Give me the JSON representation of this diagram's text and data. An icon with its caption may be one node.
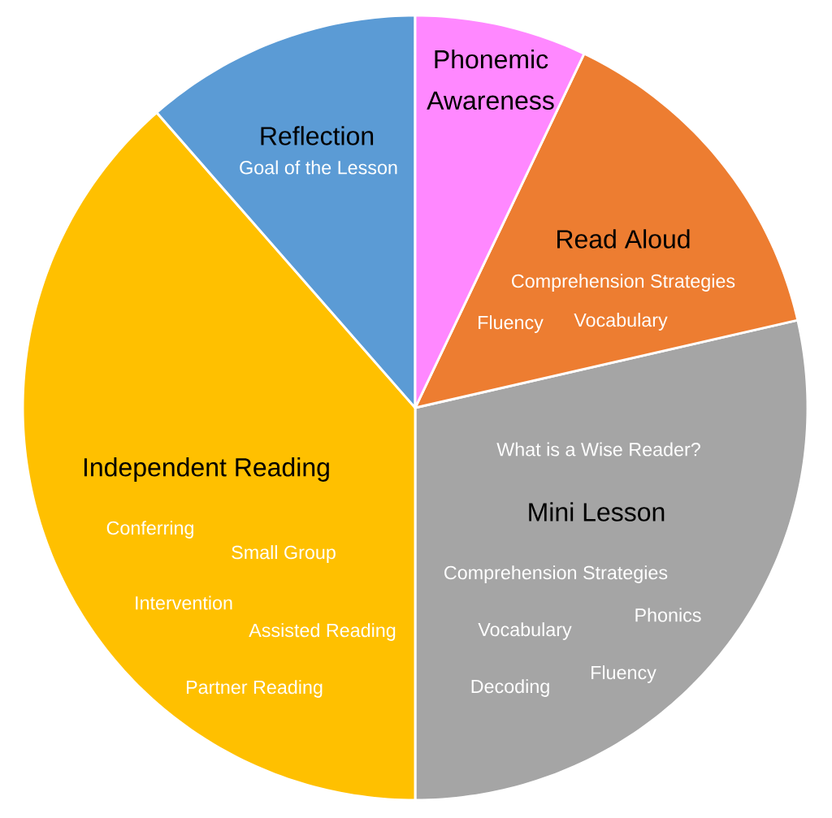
{
  "diagram": {
    "nodes": [
      {
        "text": [
          "Phonemic Awareness"
        ]
      },
      {
        "text": [
          "Reflection",
          "Goal of the Lesson"
        ]
      },
      {
        "text": [
          "Read Aloud",
          "Comprehension Strategies",
          "Fluency",
          "Vocabulary"
        ]
      },
      {
        "text": [
          "What is a Wise Reader?",
          "Mini Lesson",
          "Comprehension Strategies",
          "Phonics",
          "Vocabulary",
          "Fluency",
          "Decoding"
        ]
      },
      {
        "text": [
          "Independent Reading",
          "Conferring",
          "Small Group",
          "Intervention",
          "Assisted Reading",
          "Partner Reading"
        ]
      }
    ]
  }
}
